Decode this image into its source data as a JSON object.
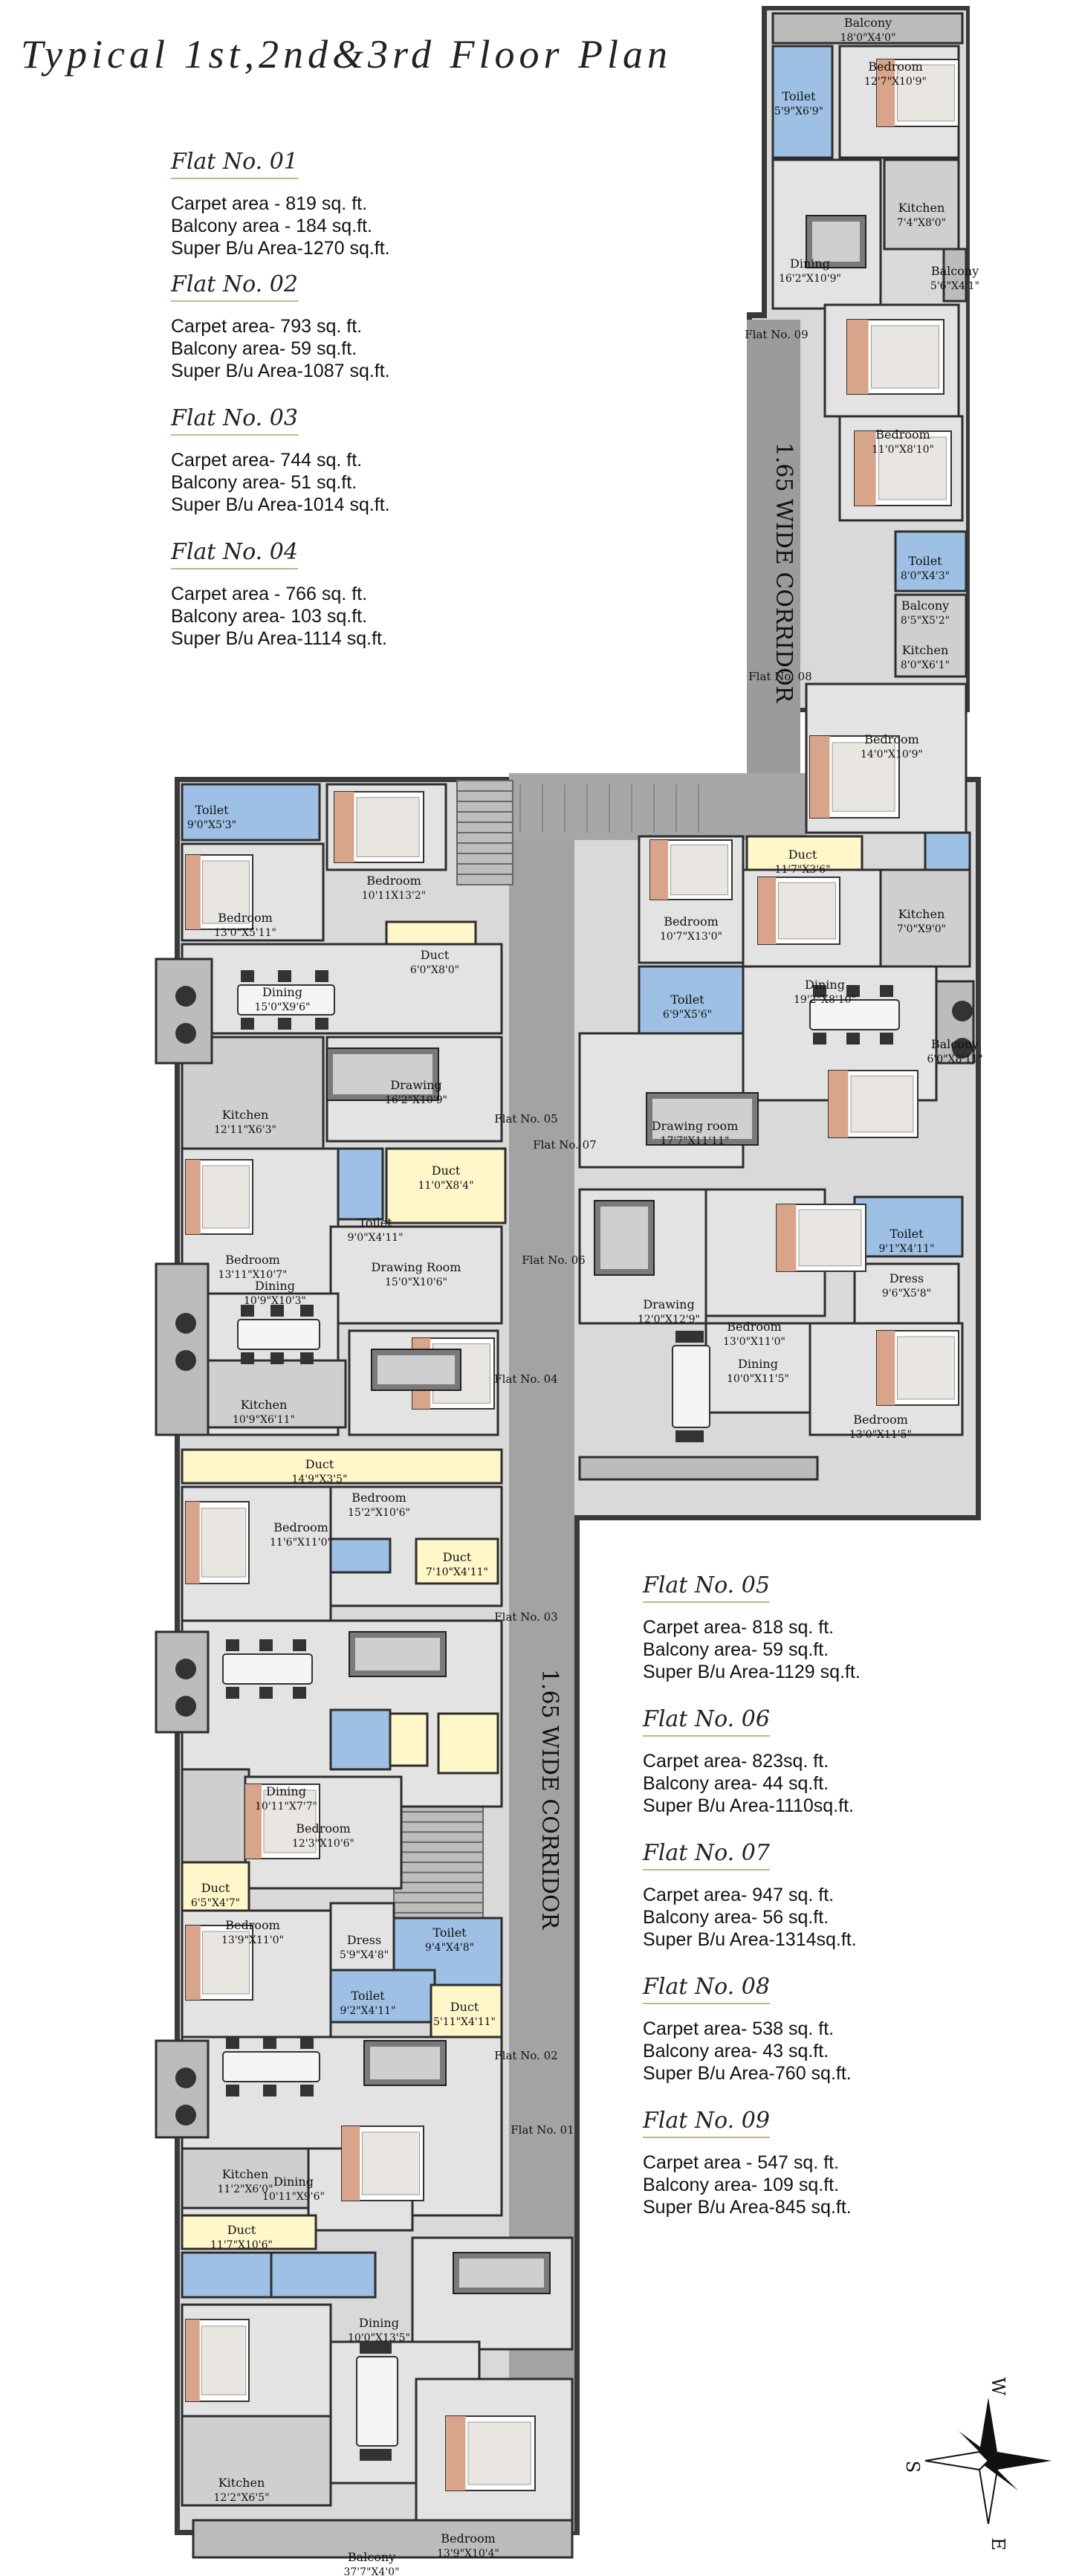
{
  "title": "Typical 1st,2nd&3rd Floor Plan",
  "flats_info": [
    {
      "heading": "Flat No. 01",
      "carpet": "Carpet area  - 819 sq. ft.",
      "balcony": "Balcony area - 184 sq.ft.",
      "super": "Super B/u Area-1270 sq.ft."
    },
    {
      "heading": "Flat No. 02",
      "carpet": "Carpet area- 793 sq. ft.",
      "balcony": "Balcony area- 59 sq.ft.",
      "super": "Super B/u Area-1087 sq.ft."
    },
    {
      "heading": "Flat No. 03",
      "carpet": "Carpet area- 744 sq. ft.",
      "balcony": "Balcony area- 51 sq.ft.",
      "super": "Super B/u Area-1014 sq.ft."
    },
    {
      "heading": "Flat No. 04",
      "carpet": "Carpet area - 766 sq. ft.",
      "balcony": "Balcony area- 103 sq.ft.",
      "super": "Super B/u Area-1114 sq.ft."
    },
    {
      "heading": "Flat No. 05",
      "carpet": "Carpet area- 818 sq. ft.",
      "balcony": "Balcony area- 59 sq.ft.",
      "super": "Super B/u Area-1129 sq.ft."
    },
    {
      "heading": "Flat No. 06",
      "carpet": "Carpet area- 823sq. ft.",
      "balcony": "Balcony area- 44 sq.ft.",
      "super": "Super B/u Area-1110sq.ft."
    },
    {
      "heading": "Flat No. 07",
      "carpet": "Carpet area- 947 sq. ft.",
      "balcony": "Balcony area- 56 sq.ft.",
      "super": "Super B/u Area-1314sq.ft."
    },
    {
      "heading": "Flat No. 08",
      "carpet": "Carpet area- 538 sq. ft.",
      "balcony": "Balcony area- 43 sq.ft.",
      "super": "Super B/u Area-760 sq.ft."
    },
    {
      "heading": "Flat No. 09",
      "carpet": "Carpet area - 547 sq. ft.",
      "balcony": "Balcony area- 109 sq.ft.",
      "super": "Super B/u Area-845 sq.ft."
    }
  ],
  "plan": {
    "corridor_label": "1.65 WIDE CORRIDOR",
    "compass": {
      "w": "W",
      "e": "E",
      "s": "S"
    },
    "flat_tags": [
      "Flat No. 01",
      "Flat No. 02",
      "Flat No. 03",
      "Flat No. 04",
      "Flat No. 05",
      "Flat No. 06",
      "Flat No. 07",
      "Flat No. 08",
      "Flat No. 09"
    ],
    "rooms": [
      {
        "name": "Balcony",
        "dim": "18'0\"X4'0\""
      },
      {
        "name": "Toilet",
        "dim": "5'9\"X6'9\""
      },
      {
        "name": "Bedroom",
        "dim": "12'7\"X10'9\""
      },
      {
        "name": "Kitchen",
        "dim": "7'4\"X8'0\""
      },
      {
        "name": "Balcony",
        "dim": "5'6\"X4'1\""
      },
      {
        "name": "Dining",
        "dim": "16'2\"X10'9\""
      },
      {
        "name": "Bedroom",
        "dim": "11'0\"X8'10\""
      },
      {
        "name": "Toilet",
        "dim": "8'0\"X4'3\""
      },
      {
        "name": "Balcony",
        "dim": "8'5\"X5'2\""
      },
      {
        "name": "Kitchen",
        "dim": "8'0\"X6'1\""
      },
      {
        "name": "Bedroom",
        "dim": "14'0\"X10'9\""
      },
      {
        "name": "Toilet",
        "dim": "9'0\"X5'3\""
      },
      {
        "name": "Bedroom",
        "dim": "10'11X13'2\""
      },
      {
        "name": "Bedroom",
        "dim": "13'0\"X5'11\""
      },
      {
        "name": "Duct",
        "dim": "6'0\"X8'0\""
      },
      {
        "name": "Dining",
        "dim": "15'0\"X9'6\""
      },
      {
        "name": "Drawing",
        "dim": "16'2\"X10'9\""
      },
      {
        "name": "Kitchen",
        "dim": "12'11\"X6'3\""
      },
      {
        "name": "Duct",
        "dim": "11'7\"X3'6\""
      },
      {
        "name": "Bedroom",
        "dim": "10'7\"X13'0\""
      },
      {
        "name": "Kitchen",
        "dim": "7'0\"X9'0\""
      },
      {
        "name": "Toilet",
        "dim": "6'9\"X5'6\""
      },
      {
        "name": "Dining",
        "dim": "19'2\"X8'10\""
      },
      {
        "name": "Drawing room",
        "dim": "17'7\"X11'11\""
      },
      {
        "name": "Balcony",
        "dim": "6'0\"X8'11\""
      },
      {
        "name": "Bedroom",
        "dim": "13'11\"X10'7\""
      },
      {
        "name": "Duct",
        "dim": "11'0\"X8'4\""
      },
      {
        "name": "Toilet",
        "dim": "9'0\"X4'11\""
      },
      {
        "name": "Dining",
        "dim": "10'9\"X10'3\""
      },
      {
        "name": "Drawing Room",
        "dim": "15'0\"X10'6\""
      },
      {
        "name": "Kitchen",
        "dim": "10'9\"X6'11\""
      },
      {
        "name": "Drawing",
        "dim": "12'0\"X12'9\""
      },
      {
        "name": "Bedroom",
        "dim": "13'0\"X11'0\""
      },
      {
        "name": "Toilet",
        "dim": "9'1\"X4'11\""
      },
      {
        "name": "Dress",
        "dim": "9'6\"X5'8\""
      },
      {
        "name": "Dining",
        "dim": "10'0\"X11'5\""
      },
      {
        "name": "Bedroom",
        "dim": "13'0\"X11'5\""
      },
      {
        "name": "Duct",
        "dim": "14'9\"X3'5\""
      },
      {
        "name": "Bedroom",
        "dim": "15'2\"X10'6\""
      },
      {
        "name": "Bedroom",
        "dim": "11'6\"X11'0\""
      },
      {
        "name": "Duct",
        "dim": "7'10\"X4'11\""
      },
      {
        "name": "Dining",
        "dim": "10'11\"X7'7\""
      },
      {
        "name": "Bedroom",
        "dim": "12'3\"X10'6\""
      },
      {
        "name": "Duct",
        "dim": "6'5\"X4'7\""
      },
      {
        "name": "Bedroom",
        "dim": "13'9\"X11'0\""
      },
      {
        "name": "Dress",
        "dim": "5'9\"X4'8\""
      },
      {
        "name": "Toilet",
        "dim": "9'4\"X4'8\""
      },
      {
        "name": "Toilet",
        "dim": "9'2\"X4'11\""
      },
      {
        "name": "Duct",
        "dim": "5'11\"X4'11\""
      },
      {
        "name": "Dining",
        "dim": "10'11\"X9'6\""
      },
      {
        "name": "Kitchen",
        "dim": "11'2\"X6'0\""
      },
      {
        "name": "Duct",
        "dim": "11'7\"X10'6\""
      },
      {
        "name": "Dining",
        "dim": "10'0\"X13'5\""
      },
      {
        "name": "Kitchen",
        "dim": "12'2\"X6'5\""
      },
      {
        "name": "Bedroom",
        "dim": "13'9\"X10'4\""
      },
      {
        "name": "Balcony",
        "dim": "37'7\"X4'0\""
      }
    ]
  }
}
